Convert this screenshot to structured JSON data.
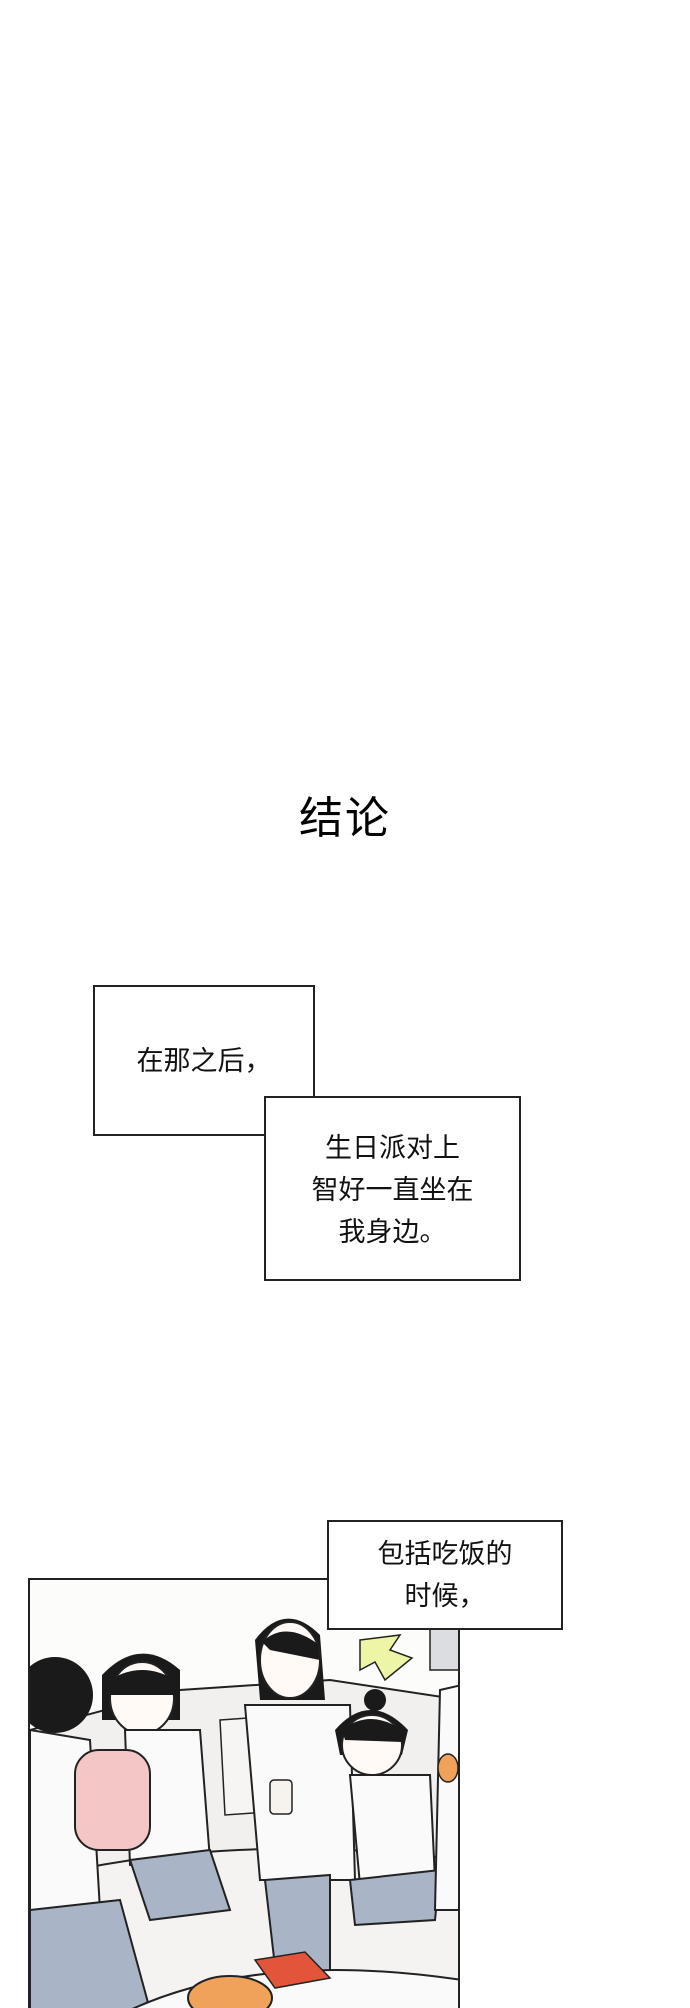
{
  "page": {
    "background": "#ffffff"
  },
  "chapter_title": "结论",
  "captions": [
    {
      "id": "caption-1",
      "lines": [
        "在那之后，"
      ]
    },
    {
      "id": "caption-2",
      "lines": [
        "生日派对上",
        "智好一直坐在",
        "我身边。"
      ]
    },
    {
      "id": "caption-3",
      "lines": [
        "包括吃饭的",
        "时候，"
      ]
    }
  ],
  "panel": {
    "description": "Illustrated comic panel: group of teenagers sitting on a white sofa at a birthday party, eating fried chicken and tteokbokki; a yellow arrow points to a girl with a hair bun resting her chin on her hand beside a tall boy holding a cup",
    "colors": {
      "sofa": "#f1f0ee",
      "shirts": "#fafafa",
      "pants": "#a9b4c7",
      "backpack": "#f4c6c6",
      "arrow": "#eef5a6",
      "chicken": "#f0a25a",
      "sauce": "#e2553a",
      "hair": "#1a1a1a"
    }
  }
}
